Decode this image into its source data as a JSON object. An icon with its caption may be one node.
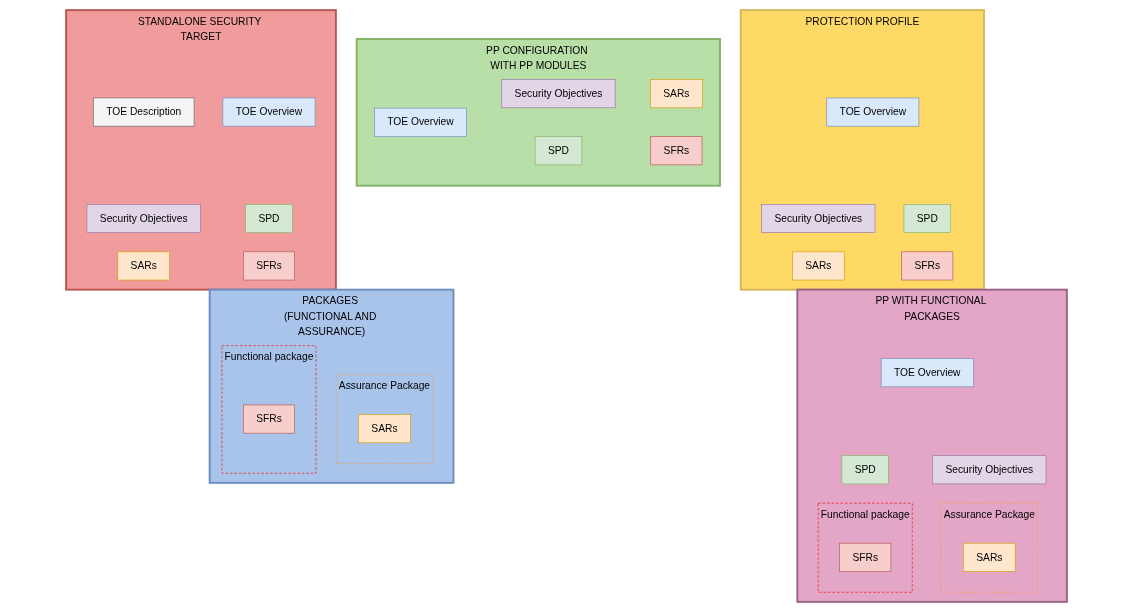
{
  "diagram": {
    "nodes": [
      {
        "text": [
          "STANDALONE SECURITY TARGET"
        ]
      },
      {
        "text": [
          "TOE Overview"
        ],
        "in": 0
      },
      {
        "text": [
          "TOE Description"
        ],
        "in": 0
      },
      {
        "text": [
          "SPD"
        ],
        "in": 0
      },
      {
        "text": [
          "Security Objectives"
        ],
        "in": 0
      },
      {
        "text": [
          "SFRs"
        ],
        "in": 0
      },
      {
        "text": [
          "SARs"
        ],
        "in": 0
      },
      {
        "text": [
          "PROTECTION PROFILE"
        ]
      },
      {
        "text": [
          "TOE Overview"
        ],
        "in": 7
      },
      {
        "text": [
          "SPD"
        ],
        "in": 7
      },
      {
        "text": [
          "Security Objectives"
        ],
        "in": 7
      },
      {
        "text": [
          "SFRs"
        ],
        "in": 7
      },
      {
        "text": [
          "SARs"
        ],
        "in": 7
      },
      {
        "text": [
          "PP CONFIGURATION WITH PP MODULES"
        ]
      },
      {
        "text": [
          "TOE Overview"
        ],
        "in": 13
      },
      {
        "text": [
          "SPD"
        ],
        "in": 13
      },
      {
        "text": [
          "Security Objectives"
        ],
        "in": 13
      },
      {
        "text": [
          "SFRs"
        ],
        "in": 13
      },
      {
        "text": [
          "SARs"
        ],
        "in": 13
      },
      {
        "text": [
          "PACKAGES (FUNCTIONAL AND ASSURANCE)"
        ]
      },
      {
        "text": [
          "Functional package"
        ],
        "in": 19
      },
      {
        "text": [
          "SFRs"
        ],
        "in": 20
      },
      {
        "text": [
          "Assurance Package"
        ],
        "in": 19
      },
      {
        "text": [
          "SARs"
        ],
        "in": 22
      },
      {
        "text": [
          "PP WITH FUNCTIONAL PACKAGES"
        ]
      },
      {
        "text": [
          "TOE Overview"
        ],
        "in": 24
      },
      {
        "text": [
          "SPD"
        ],
        "in": 24
      },
      {
        "text": [
          "Security Objectives"
        ],
        "in": 24
      },
      {
        "text": [
          "Functional package"
        ],
        "in": 24
      },
      {
        "text": [
          "SFRs"
        ],
        "in": 28
      },
      {
        "text": [
          "Assurance Package"
        ],
        "in": 24
      },
      {
        "text": [
          "SARs"
        ],
        "in": 30
      }
    ]
  }
}
